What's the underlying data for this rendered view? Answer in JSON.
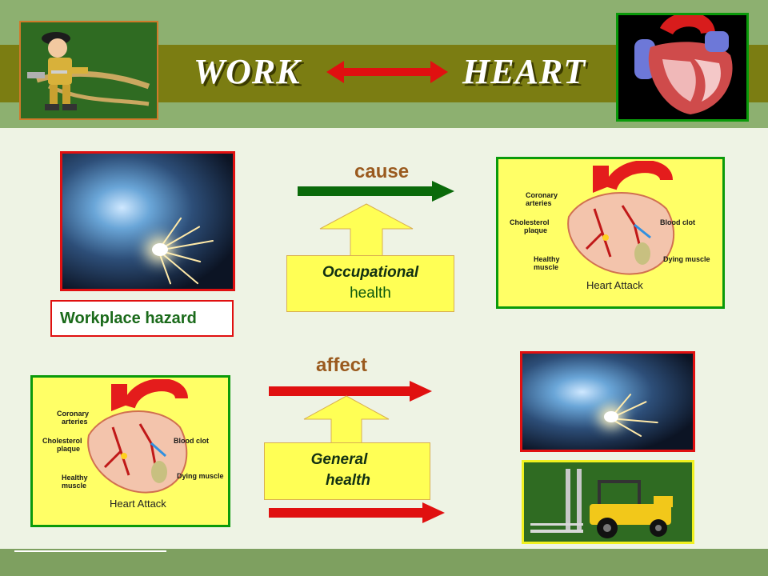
{
  "title": {
    "left": "WORK",
    "right": "HEART"
  },
  "workplace_label": "Workplace hazard",
  "top_arrow": {
    "label": "cause"
  },
  "bottom_arrow": {
    "label": "affect"
  },
  "occupational_box": {
    "line1": "Occupational",
    "line2": "health"
  },
  "general_box": {
    "line1": "General",
    "line2": "health"
  },
  "heart_diagram": {
    "coronary": [
      "Coronary",
      "arteries"
    ],
    "cholesterol": [
      "Cholesterol",
      "plaque"
    ],
    "healthy": [
      "Healthy",
      "muscle"
    ],
    "blood_clot": "Blood clot",
    "dying": "Dying muscle",
    "caption": "Heart Attack"
  },
  "colors": {
    "green": "#0a8a0a",
    "red": "#e01010",
    "dark_green_arrow": "#0a6a0a",
    "yellow": "#ffff55",
    "olive": "#7b7d12"
  }
}
